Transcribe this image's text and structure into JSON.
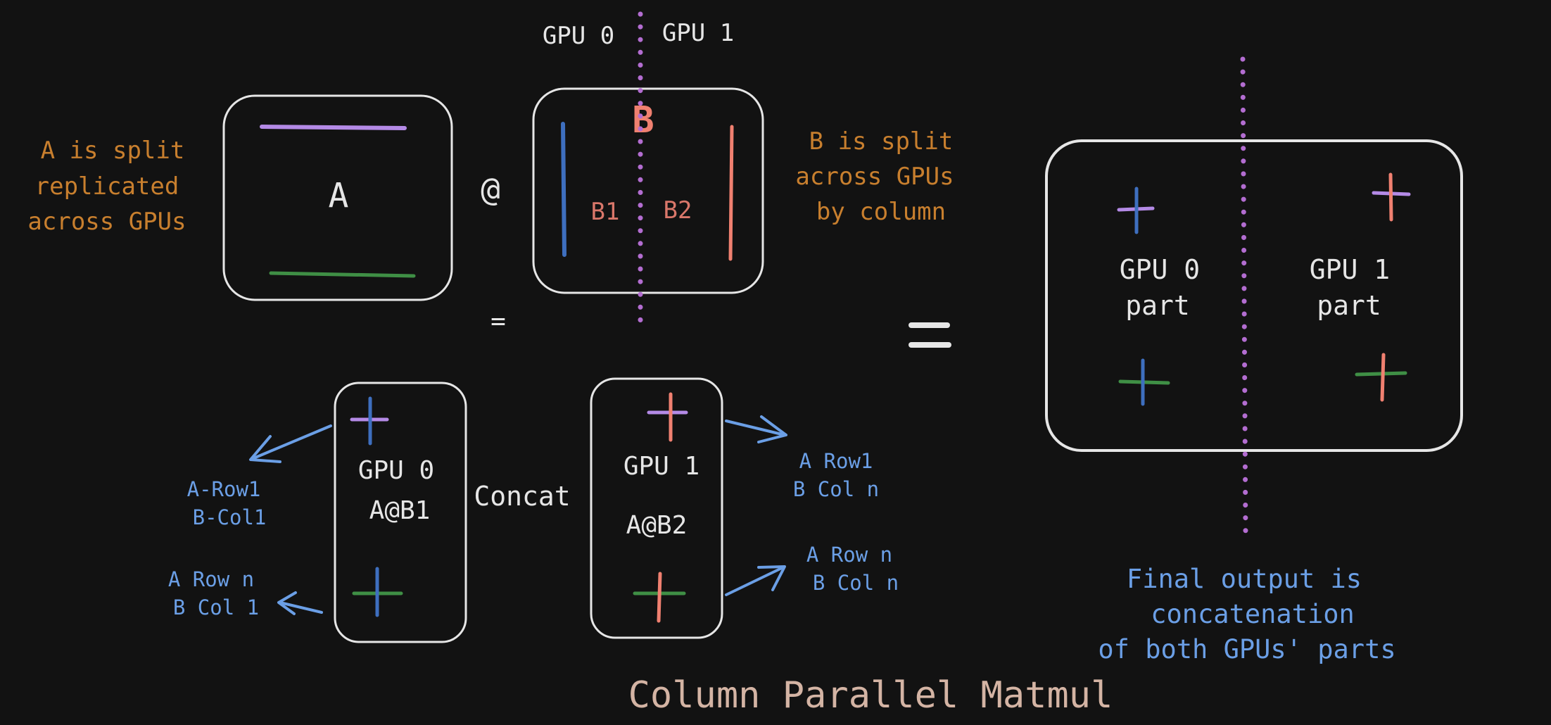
{
  "colors": {
    "background": "#121212",
    "white": "#e6e6e6",
    "orange": "#c87f2e",
    "blue_text": "#6b9fe6",
    "salmon": "#f08070",
    "purple": "#b48ae6",
    "blue_line": "#3e6fbf",
    "green_line": "#3f8f45",
    "title": "#d4b4a4",
    "divider": "#b36dd1"
  },
  "top": {
    "gpu0_label": "GPU 0",
    "gpu1_label": "GPU 1",
    "a_note_line1": "A is split",
    "a_note_line2": "replicated",
    "a_note_line3": "across GPUs",
    "a_matrix_label": "A",
    "at_symbol": "@",
    "b_matrix_label": "B",
    "b1_label": "B1",
    "b2_label": "B2",
    "b_note_line1": "B is split",
    "b_note_line2": "across GPUs",
    "b_note_line3": "by column",
    "equals_small": "="
  },
  "bottom": {
    "gpu0_box_line1": "GPU 0",
    "gpu0_box_line2": "A@B1",
    "concat_label": "Concat",
    "gpu1_box_line1": "GPU 1",
    "gpu1_box_line2": "A@B2",
    "left_top_annot_line1": "A-Row1",
    "left_top_annot_line2": "B-Col1",
    "left_bottom_annot_line1": "A Row n",
    "left_bottom_annot_line2": "B Col 1",
    "right_top_annot_line1": "A Row1",
    "right_top_annot_line2": "B Col n",
    "right_bottom_annot_line1": "A Row n",
    "right_bottom_annot_line2": "B Col n"
  },
  "result": {
    "gpu0_part_line1": "GPU 0",
    "gpu0_part_line2": "part",
    "gpu1_part_line1": "GPU 1",
    "gpu1_part_line2": "part",
    "final_line1": "Final output is",
    "final_line2": "concatenation",
    "final_line3": "of both GPUs' parts"
  },
  "title": "Column Parallel Matmul"
}
